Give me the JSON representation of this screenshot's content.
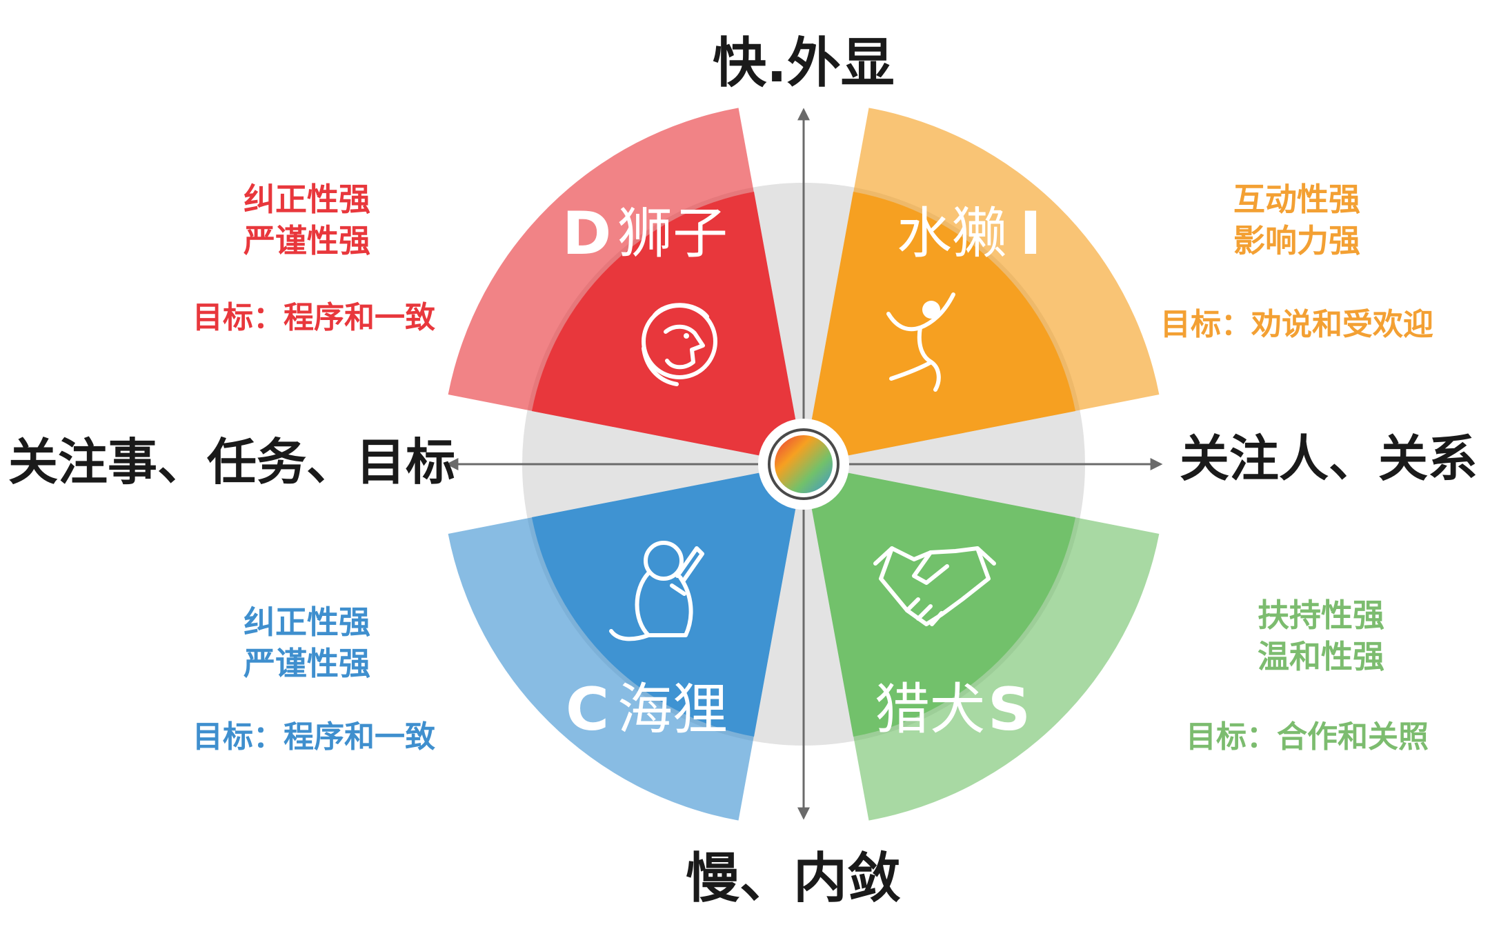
{
  "axes": {
    "top": "快.外显",
    "bottom": "慢、内敛",
    "left": "关注事、任务、目标",
    "right": "关注人、关系"
  },
  "colors": {
    "d": "#e8373c",
    "i": "#f6a021",
    "c": "#3f93d2",
    "s": "#72c16b",
    "axis": "#6a6a6a",
    "ring": "#e3e3e3"
  },
  "quadrants": {
    "d": {
      "letter": "D",
      "name": "狮子",
      "icon": "lion-icon",
      "traits": [
        "纠正性强",
        "严谨性强"
      ],
      "goal": "目标：程序和一致"
    },
    "i": {
      "letter": "I",
      "name": "水獭",
      "icon": "jumping-person-icon",
      "traits": [
        "互动性强",
        "影响力强"
      ],
      "goal": "目标：劝说和受欢迎"
    },
    "c": {
      "letter": "C",
      "name": "海狸",
      "icon": "beaver-icon",
      "traits": [
        "纠正性强",
        "严谨性强"
      ],
      "goal": "目标：程序和一致"
    },
    "s": {
      "letter": "S",
      "name": "猎犬",
      "icon": "handshake-icon",
      "traits": [
        "扶持性强",
        "温和性强"
      ],
      "goal": "目标：合作和关照"
    }
  },
  "center_icon": "color-wheel-icon"
}
